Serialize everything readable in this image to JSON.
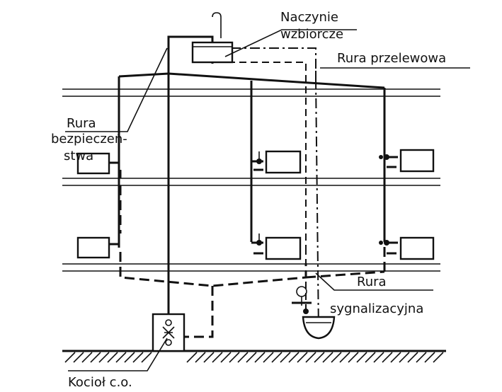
{
  "labels": {
    "expansion_vessel_1": "Naczynie",
    "expansion_vessel_2": "wzbiorcze",
    "overflow_pipe": "Rura przelewowa",
    "safety_pipe_1": "Rura",
    "safety_pipe_2": "bezpieczeń-",
    "safety_pipe_3": "stwa",
    "signal_pipe_1": "Rura",
    "signal_pipe_2": "sygnalizacyjna",
    "boiler": "Kocioł c.o."
  }
}
